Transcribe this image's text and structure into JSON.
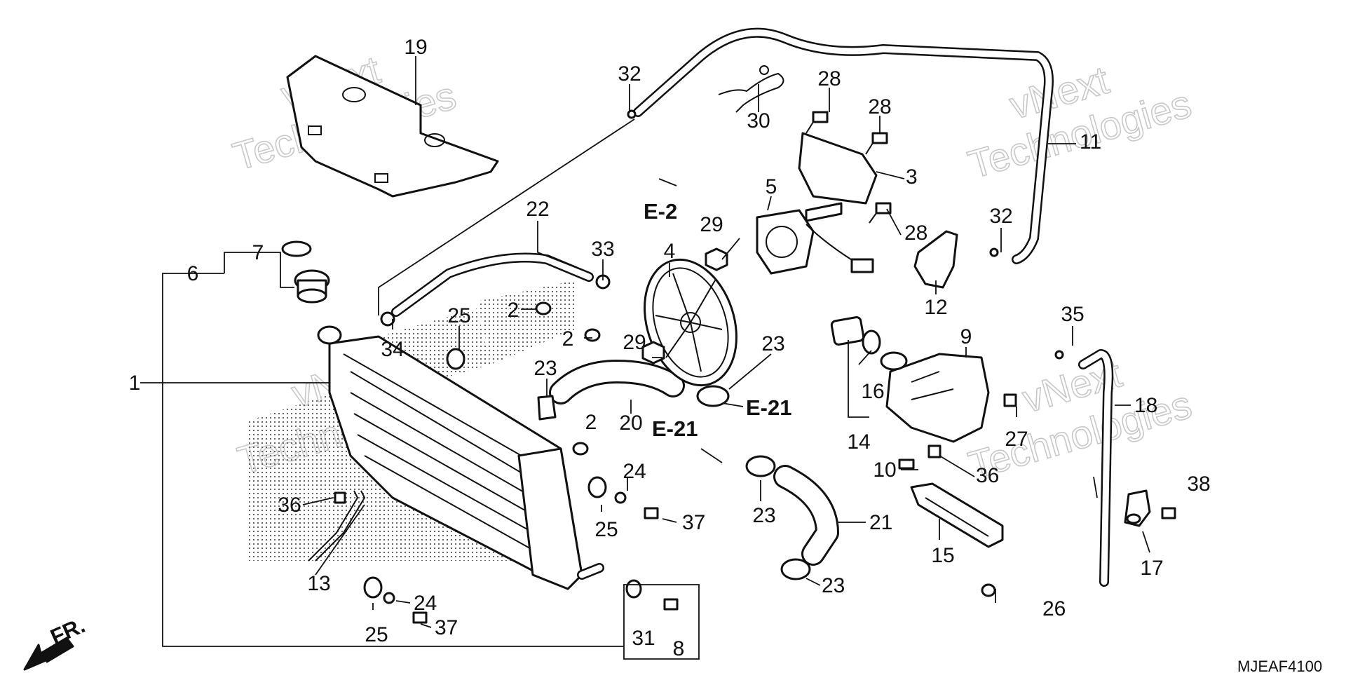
{
  "diagram_code": "MJEAF4100",
  "front_label": "FR.",
  "watermark": [
    "vNext",
    "Technologies"
  ],
  "references": [
    "E-2",
    "E-21",
    "E-21"
  ],
  "callouts": [
    {
      "id": "c19",
      "label": "19"
    },
    {
      "id": "c32a",
      "label": "32"
    },
    {
      "id": "c30",
      "label": "30"
    },
    {
      "id": "c28a",
      "label": "28"
    },
    {
      "id": "c28b",
      "label": "28"
    },
    {
      "id": "c3",
      "label": "3"
    },
    {
      "id": "c5",
      "label": "5"
    },
    {
      "id": "c28c",
      "label": "28"
    },
    {
      "id": "c29a",
      "label": "29"
    },
    {
      "id": "c11",
      "label": "11"
    },
    {
      "id": "c32b",
      "label": "32"
    },
    {
      "id": "c12",
      "label": "12"
    },
    {
      "id": "c22",
      "label": "22"
    },
    {
      "id": "c33",
      "label": "33"
    },
    {
      "id": "c4",
      "label": "4"
    },
    {
      "id": "c7",
      "label": "7"
    },
    {
      "id": "c6",
      "label": "6"
    },
    {
      "id": "c2a",
      "label": "2"
    },
    {
      "id": "c25a",
      "label": "25"
    },
    {
      "id": "c34",
      "label": "34"
    },
    {
      "id": "c2b",
      "label": "2"
    },
    {
      "id": "c29b",
      "label": "29"
    },
    {
      "id": "c23a",
      "label": "23"
    },
    {
      "id": "c23b",
      "label": "23"
    },
    {
      "id": "c9",
      "label": "9"
    },
    {
      "id": "c35",
      "label": "35"
    },
    {
      "id": "c1",
      "label": "1"
    },
    {
      "id": "c16",
      "label": "16"
    },
    {
      "id": "c20",
      "label": "20"
    },
    {
      "id": "c2c",
      "label": "2"
    },
    {
      "id": "c14",
      "label": "14"
    },
    {
      "id": "c27",
      "label": "27"
    },
    {
      "id": "c18",
      "label": "18"
    },
    {
      "id": "c10",
      "label": "10"
    },
    {
      "id": "c36a",
      "label": "36"
    },
    {
      "id": "c24a",
      "label": "24"
    },
    {
      "id": "c38",
      "label": "38"
    },
    {
      "id": "c36b",
      "label": "36"
    },
    {
      "id": "c25b",
      "label": "25"
    },
    {
      "id": "c37a",
      "label": "37"
    },
    {
      "id": "c23c",
      "label": "23"
    },
    {
      "id": "c21",
      "label": "21"
    },
    {
      "id": "c15",
      "label": "15"
    },
    {
      "id": "c17",
      "label": "17"
    },
    {
      "id": "c13",
      "label": "13"
    },
    {
      "id": "c23d",
      "label": "23"
    },
    {
      "id": "c24b",
      "label": "24"
    },
    {
      "id": "c26",
      "label": "26"
    },
    {
      "id": "c25c",
      "label": "25"
    },
    {
      "id": "c37b",
      "label": "37"
    },
    {
      "id": "c31",
      "label": "31"
    },
    {
      "id": "c8",
      "label": "8"
    }
  ]
}
